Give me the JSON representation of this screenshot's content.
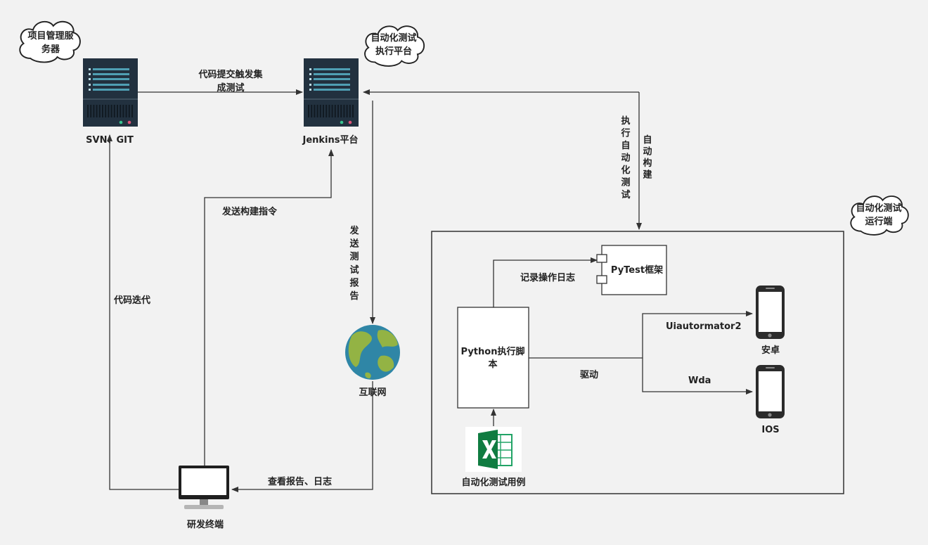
{
  "clouds": {
    "project_server": [
      "项目管理服",
      "务器"
    ],
    "auto_test_platform": [
      "自动化测试",
      "执行平台"
    ],
    "auto_test_runner": [
      "自动化测试",
      "运行端"
    ]
  },
  "nodes": {
    "svn_git": "SVN、GIT",
    "jenkins": "Jenkins平台",
    "internet": "互联网",
    "dev_terminal": "研发终端",
    "pytest": "PyTest框架",
    "python_script": [
      "Python执行脚",
      "本"
    ],
    "android": "安卓",
    "ios": "IOS",
    "test_cases": "自动化测试用例"
  },
  "edges": {
    "commit_trigger": [
      "代码提交触发集",
      "成测试"
    ],
    "code_iteration": "代码迭代",
    "send_build_cmd": "发送构建指令",
    "send_report": [
      "发",
      "送",
      "测",
      "试",
      "报",
      "告"
    ],
    "exec_auto_test": [
      "执",
      "行",
      "自",
      "动",
      "化",
      "测",
      "试"
    ],
    "auto_build": [
      "自",
      "动",
      "构",
      "建"
    ],
    "record_log": "记录操作日志",
    "drive": "驱动",
    "uiautomator": "Uiautormator2",
    "wda": "Wda",
    "view_report": "查看报告、日志"
  }
}
